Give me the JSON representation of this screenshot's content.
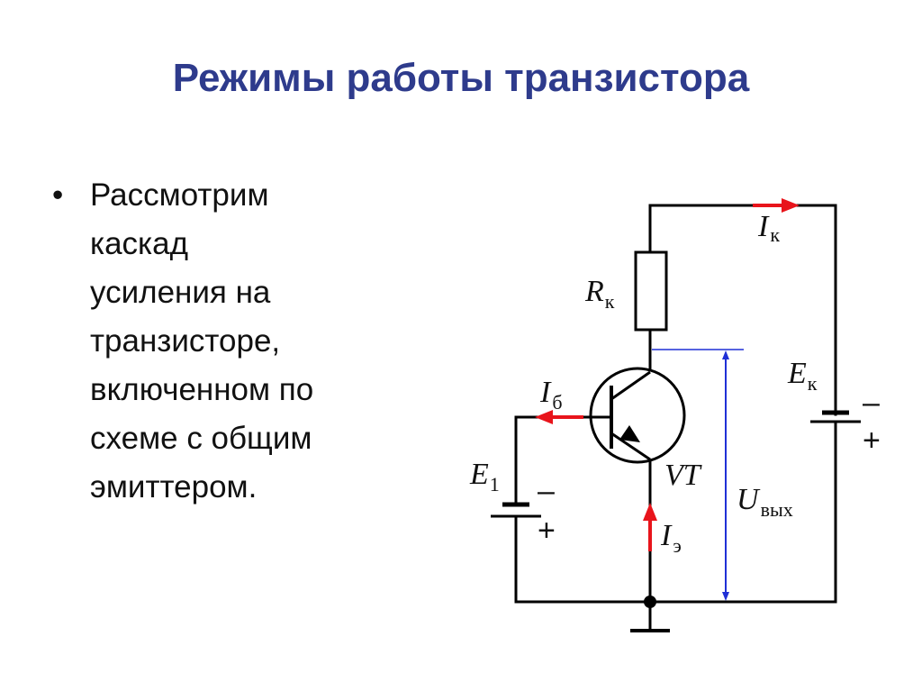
{
  "slide": {
    "title": "Режимы работы транзистора",
    "bullet_symbol": "•",
    "bullet_lines": [
      "Рассмотрим",
      "каскад",
      "усиления на",
      "транзисторе,",
      "включенном по",
      "схеме с общим",
      "эмиттером."
    ]
  },
  "circuit": {
    "labels": {
      "Ik": {
        "main": "I",
        "sub": "к"
      },
      "Rk": {
        "main": "R",
        "sub": "к"
      },
      "Ib": {
        "main": "I",
        "sub": "б"
      },
      "Ek": {
        "main": "E",
        "sub": "к"
      },
      "E1": {
        "main": "E",
        "sub": "1"
      },
      "VT": {
        "main": "VT"
      },
      "Ie": {
        "main": "I",
        "sub": "э"
      },
      "Uout": {
        "main": "U",
        "sub": "вых"
      }
    },
    "signs": {
      "minus": "–",
      "plus": "+"
    },
    "colors": {
      "wire": "#000000",
      "current_arrow": "#E8141B",
      "voltage_arrow": "#1F2FD6",
      "title": "#2E3B8C"
    }
  }
}
